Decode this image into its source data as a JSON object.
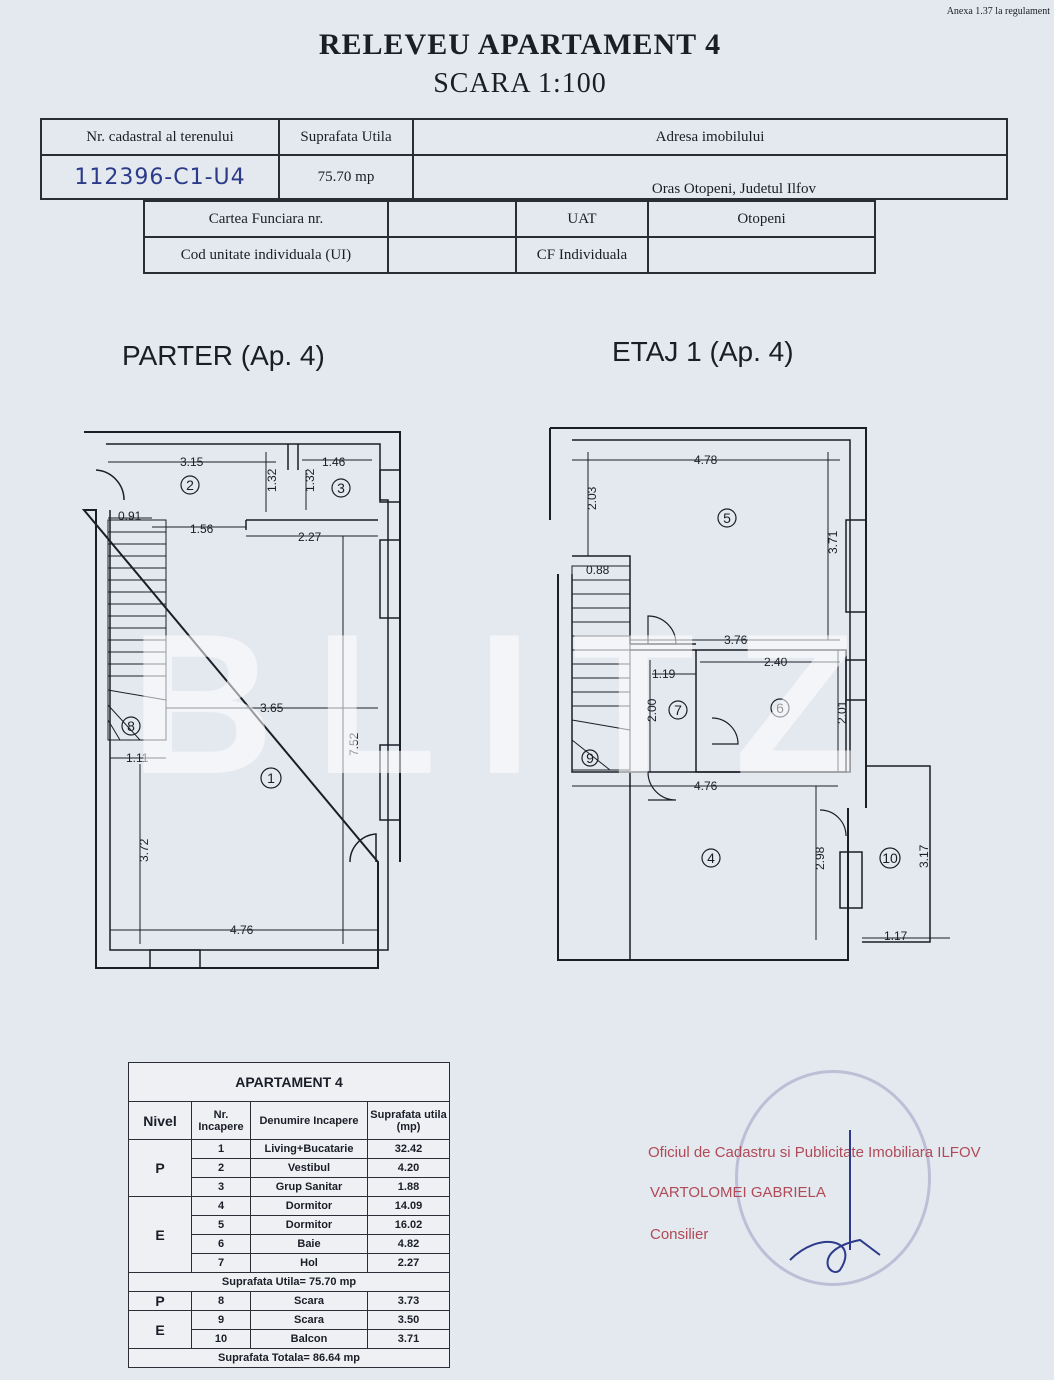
{
  "annex": "Anexa 1.37 la regulament",
  "title": "RELEVEU APARTAMENT 4",
  "scale": "SCARA 1:100",
  "header": {
    "h_cad": "Nr. cadastral al terenului",
    "h_surface": "Suprafata Utila",
    "h_address": "Adresa imobilului",
    "cad_value": "112396-C1-U4",
    "surface_value": "75.70 mp",
    "address_value": "Oras Otopeni, Judetul Ilfov"
  },
  "header2": {
    "carte": "Cartea Funciara  nr.",
    "uat": "UAT",
    "uat_value": "Otopeni",
    "cod": "Cod unitate individuala (UI)",
    "cf": "CF Individuala"
  },
  "plans": {
    "parter_title": "PARTER (Ap. 4)",
    "etaj_title": "ETAJ 1 (Ap. 4)",
    "parter_dims": [
      "3.15",
      "1.46",
      "1.32",
      "1.32",
      "0.91",
      "1.56",
      "2.27",
      "3.65",
      "7.52",
      "1.11",
      "3.72",
      "4.76"
    ],
    "parter_rooms": [
      "2",
      "3",
      "8",
      "1"
    ],
    "etaj_dims": [
      "4.78",
      "2.03",
      "3.71",
      "0.88",
      "3.76",
      "2.40",
      "1.19",
      "2.00",
      "2.01",
      "4.76",
      "2.98",
      "3.17",
      "1.17"
    ],
    "etaj_rooms": [
      "5",
      "7",
      "6",
      "9",
      "4",
      "10"
    ]
  },
  "watermark": "BLITZ",
  "areas": {
    "title": "APARTAMENT 4",
    "h_nivel": "Nivel",
    "h_nr": "Nr. Incapere",
    "h_den": "Denumire Incapere",
    "h_sup": "Suprafata utila (mp)",
    "rows1": [
      {
        "nr": "1",
        "name": "Living+Bucatarie",
        "area": "32.42"
      },
      {
        "nr": "2",
        "name": "Vestibul",
        "area": "4.20"
      },
      {
        "nr": "3",
        "name": "Grup Sanitar",
        "area": "1.88"
      },
      {
        "nr": "4",
        "name": "Dormitor",
        "area": "14.09"
      },
      {
        "nr": "5",
        "name": "Dormitor",
        "area": "16.02"
      },
      {
        "nr": "6",
        "name": "Baie",
        "area": "4.82"
      },
      {
        "nr": "7",
        "name": "Hol",
        "area": "2.27"
      }
    ],
    "level_p": "P",
    "level_e": "E",
    "total_util": "Suprafata Utila= 75.70 mp",
    "rows2": [
      {
        "nr": "8",
        "name": "Scara",
        "area": "3.73"
      },
      {
        "nr": "9",
        "name": "Scara",
        "area": "3.50"
      },
      {
        "nr": "10",
        "name": "Balcon",
        "area": "3.71"
      }
    ],
    "total_all": "Suprafata Totala= 86.64  mp"
  },
  "stamp": {
    "office": "Oficiul de Cadastru si Publicitate Imobiliara ILFOV",
    "name": "VARTOLOMEI GABRIELA",
    "role": "Consilier"
  }
}
